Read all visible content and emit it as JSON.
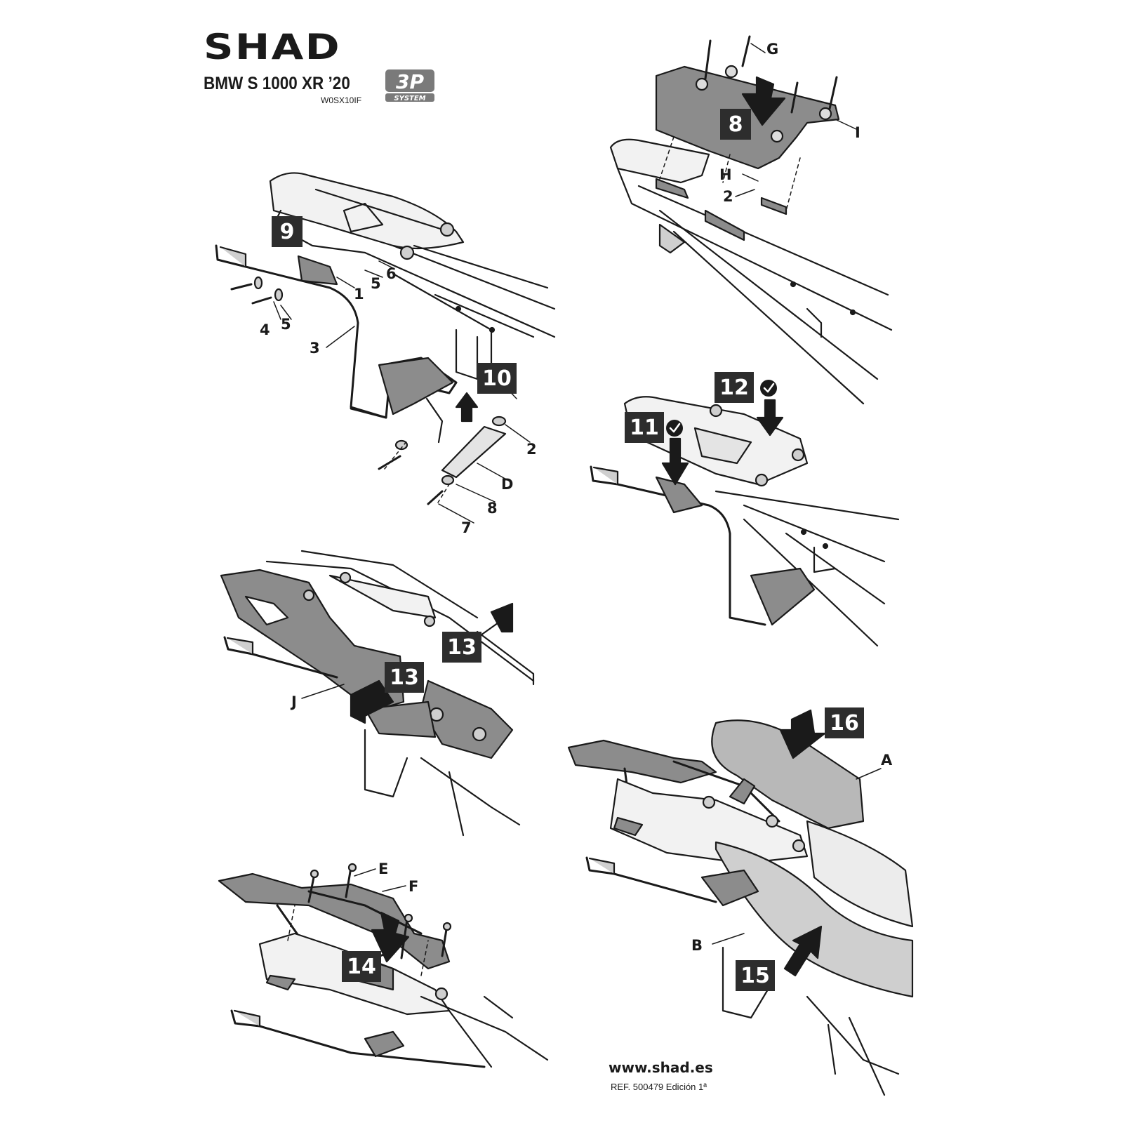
{
  "header": {
    "brand": "SHAD",
    "model": "BMW S 1000 XR ’20",
    "code": "W0SX10IF",
    "badge_top": "3P",
    "badge_bottom": "SYSTEM"
  },
  "steps": [
    "8",
    "9",
    "10",
    "11",
    "12",
    "13",
    "13",
    "14",
    "15",
    "16"
  ],
  "parts": {
    "G": "G",
    "I": "I",
    "H": "H",
    "two_a": "2",
    "one": "1",
    "five_a": "5",
    "six": "6",
    "four": "4",
    "five_b": "5",
    "three": "3",
    "two_b": "2",
    "D": "D",
    "eight": "8",
    "seven": "7",
    "J": "J",
    "E": "E",
    "F": "F",
    "A": "A",
    "B": "B"
  },
  "footer": {
    "website": "www.shad.es",
    "reference": "REF. 500479 Edición 1ª"
  },
  "colors": {
    "ink": "#1a1a1a",
    "step_box": "#2d2d2d",
    "part_grey": "#8c8c8c",
    "light_grey": "#c9c9c9"
  }
}
